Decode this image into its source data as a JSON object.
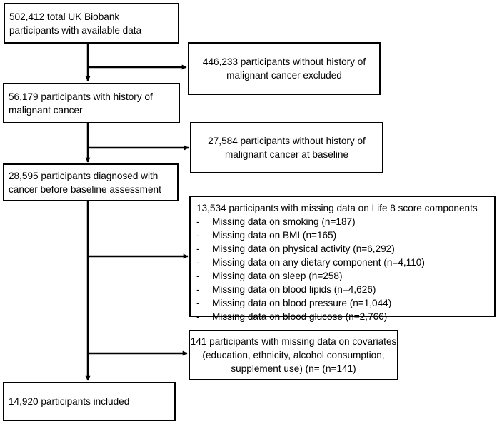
{
  "flow": {
    "step1": [
      "502,412 total UK Biobank",
      "participants with available data"
    ],
    "step2": [
      "56,179 participants with history of",
      "malignant cancer"
    ],
    "step3": [
      "28,595 participants diagnosed with",
      "cancer before baseline assessment"
    ],
    "final": "14,920 participants included"
  },
  "exclusions": {
    "ex1": [
      "446,233 participants without history of",
      "malignant cancer excluded"
    ],
    "ex2": [
      "27,584 participants without history of",
      "malignant cancer at baseline"
    ],
    "ex3": {
      "title": "13,534 participants with missing data on Life 8 score components",
      "items": [
        "Missing data on smoking (n=187)",
        "Missing data on BMI (n=165)",
        "Missing data on physical activity (n=6,292)",
        "Missing data on any dietary component (n=4,110)",
        "Missing data on sleep (n=258)",
        "Missing data on blood lipids (n=4,626)",
        "Missing data on blood pressure (n=1,044)",
        "Missing data on blood glucose (n=2,766)"
      ]
    },
    "ex4": [
      "141 participants with missing data on covariates",
      "(education, ethnicity, alcohol consumption,",
      "supplement use) (n= (n=141)"
    ]
  },
  "colors": {
    "stroke": "#000000",
    "background": "#ffffff"
  }
}
